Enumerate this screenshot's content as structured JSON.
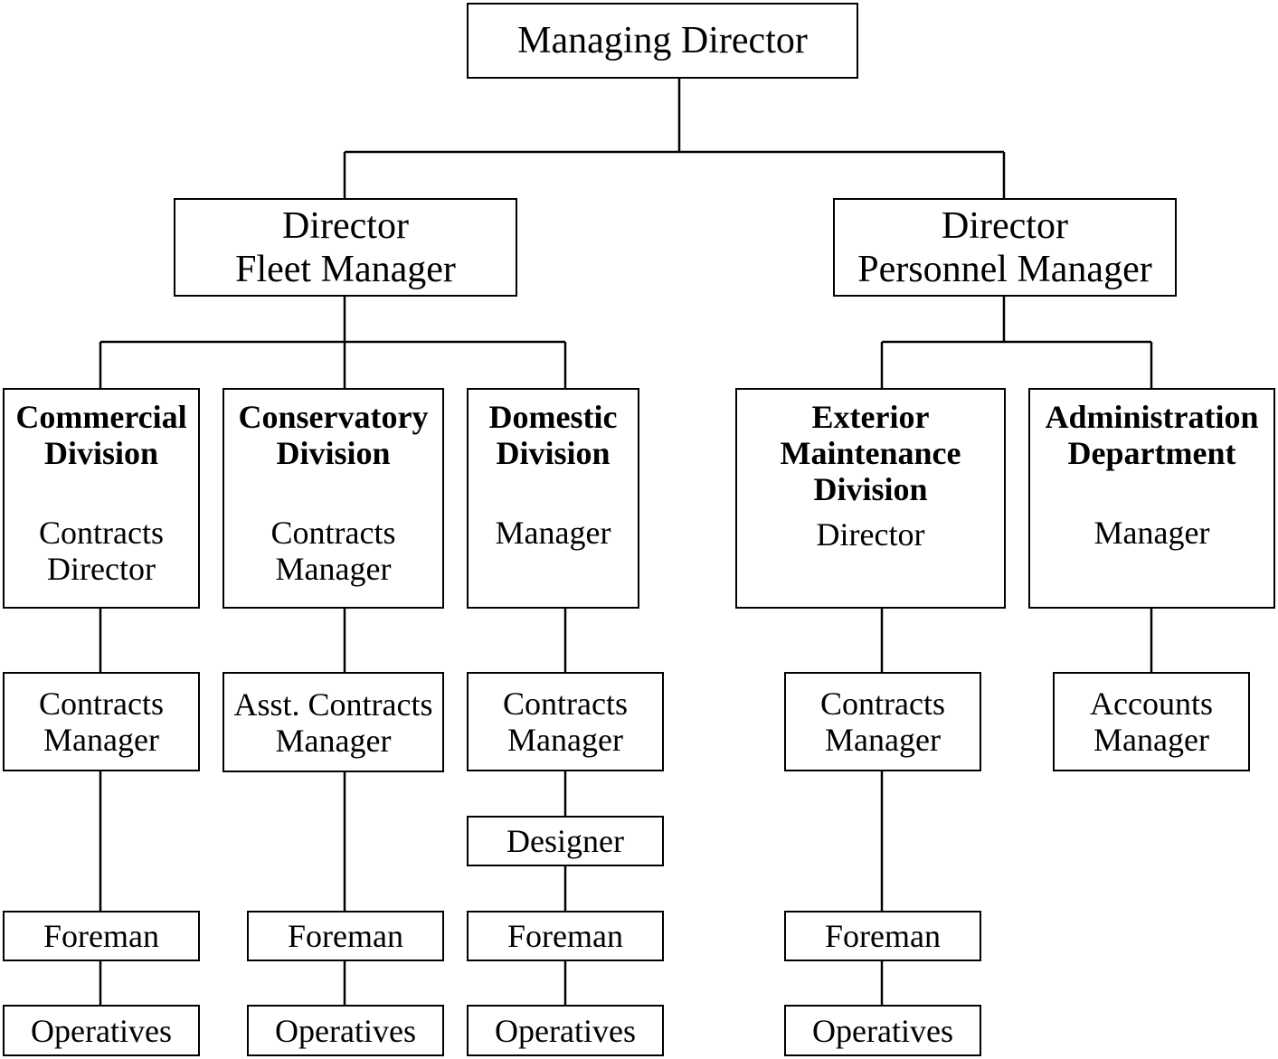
{
  "managing_director": {
    "title": "Managing Director"
  },
  "director_fleet": {
    "line1": "Director",
    "line2": "Fleet Manager"
  },
  "director_personnel": {
    "line1": "Director",
    "line2": "Personnel Manager"
  },
  "commercial": {
    "name1": "Commercial",
    "name2": "Division",
    "role1": "Contracts",
    "role2": "Director",
    "manager1": "Contracts",
    "manager2": "Manager",
    "foreman": "Foreman",
    "operatives": "Operatives"
  },
  "conservatory": {
    "name1": "Conservatory",
    "name2": "Division",
    "role1": "Contracts",
    "role2": "Manager",
    "manager1": "Asst. Contracts",
    "manager2": "Manager",
    "foreman": "Foreman",
    "operatives": "Operatives"
  },
  "domestic": {
    "name1": "Domestic",
    "name2": "Division",
    "role1": "Manager",
    "manager1": "Contracts",
    "manager2": "Manager",
    "designer": "Designer",
    "foreman": "Foreman",
    "operatives": "Operatives"
  },
  "exterior": {
    "name1": "Exterior",
    "name2": "Maintenance",
    "name3": "Division",
    "role1": "Director",
    "manager1": "Contracts",
    "manager2": "Manager",
    "foreman": "Foreman",
    "operatives": "Operatives"
  },
  "administration": {
    "name1": "Administration",
    "name2": "Department",
    "role1": "Manager",
    "manager1": "Accounts",
    "manager2": "Manager"
  }
}
